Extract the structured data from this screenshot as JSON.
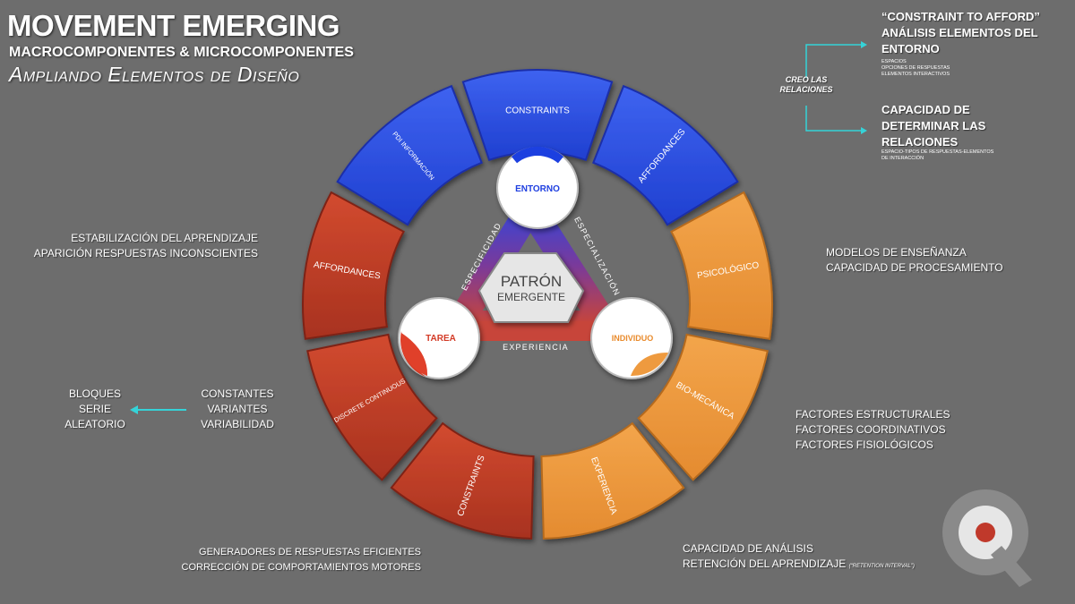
{
  "header": {
    "title": "MOVEMENT EMERGING",
    "subtitle": "MACROCOMPONENTES & MICROCOMPONENTES",
    "subtitle2": "Ampliando Elementos de Diseño"
  },
  "colors": {
    "background": "#6d6d6d",
    "entorno_blue": "#2a4fe0",
    "tarea_red": "#c9442e",
    "individuo_orange": "#ee9a3f",
    "arrow_teal": "#35d3d8"
  },
  "ring": {
    "segments": [
      {
        "label": "CONSTRAINTS",
        "group": "entorno"
      },
      {
        "label": "AFFORDANCES",
        "group": "entorno"
      },
      {
        "label": "PSICOLÓGICO",
        "group": "individuo"
      },
      {
        "label": "BIO-MECÁNICA",
        "group": "individuo"
      },
      {
        "label": "EXPERIENCIA",
        "group": "individuo"
      },
      {
        "label": "CONSTRAINTS",
        "group": "tarea"
      },
      {
        "label": "DISCRETE CONTINUOUS",
        "group": "tarea"
      },
      {
        "label": "AFFORDANCES",
        "group": "tarea"
      },
      {
        "label": "PDI INFORMACIÓN",
        "group": "entorno"
      }
    ]
  },
  "center": {
    "entorno": "ENTORNO",
    "tarea": "TAREA",
    "individuo": "INDIVIDUO",
    "patron_line1": "PATRÓN",
    "patron_line2": "EMERGENTE",
    "edge_left": "ESPECIFICIDAD",
    "edge_right": "ESPECIALIZACIÓN",
    "edge_bottom": "EXPERIENCIA"
  },
  "notes": {
    "top_right": {
      "creo_line1": "CREO LAS",
      "creo_line2": "RELACIONES",
      "afford_line1": "“CONSTRAINT TO AFFORD”",
      "afford_line2": "ANÁLISIS ELEMENTOS DEL",
      "afford_line3": "ENTORNO",
      "afford_small1": "ESPACIOS",
      "afford_small2": "OPCIONES DE RESPUESTAS",
      "afford_small3": "ELEMENTOS INTERACTIVOS",
      "cap_line1": "CAPACIDAD DE",
      "cap_line2": "DETERMINAR LAS",
      "cap_line3": "RELACIONES",
      "cap_small1": "ESPACIO-TIPOS DE RESPUESTAS-ELEMENTOS",
      "cap_small2": "DE INTERACCIÓN"
    },
    "left_top": {
      "line1": "ESTABILIZACIÓN DEL APRENDIZAJE",
      "line2": "APARICIÓN RESPUESTAS INCONSCIENTES"
    },
    "left_mid": {
      "line1": "CONSTANTES",
      "line2": "VARIANTES",
      "line3": "VARIABILIDAD"
    },
    "far_left": {
      "line1": "BLOQUES",
      "line2": "SERIE",
      "line3": "ALEATORIO"
    },
    "bottom_left": {
      "line1": "GENERADORES DE RESPUESTAS EFICIENTES",
      "line2": "CORRECCIÓN DE COMPORTAMIENTOS MOTORES"
    },
    "right_top": {
      "line1": "MODELOS DE ENSEÑANZA",
      "line2": "CAPACIDAD DE PROCESAMIENTO"
    },
    "right_mid": {
      "line1": "FACTORES ESTRUCTURALES",
      "line2": "FACTORES COORDINATIVOS",
      "line3": "FACTORES FISIOLÓGICOS"
    },
    "bottom_right": {
      "line1": "CAPACIDAD DE ANÁLISIS",
      "line2": "RETENCIÓN DEL APRENDIZAJE",
      "line2_small": "(“RETENTION INTERVAL”)"
    }
  }
}
